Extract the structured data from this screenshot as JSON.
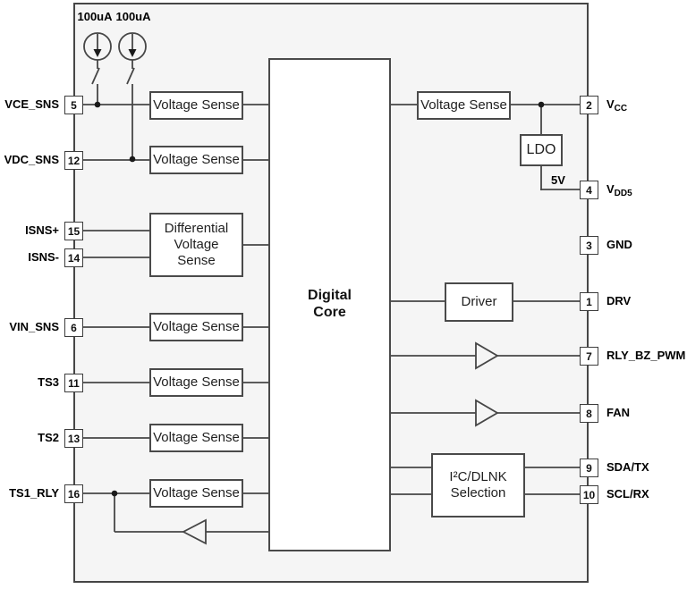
{
  "diagram": {
    "current_sources": [
      {
        "label": "100uA"
      },
      {
        "label": "100uA"
      }
    ],
    "left_pins": [
      {
        "number": "5",
        "label": "VCE_SNS"
      },
      {
        "number": "12",
        "label": "VDC_SNS"
      },
      {
        "number": "15",
        "label": "ISNS+"
      },
      {
        "number": "14",
        "label": "ISNS-"
      },
      {
        "number": "6",
        "label": "VIN_SNS"
      },
      {
        "number": "11",
        "label": "TS3"
      },
      {
        "number": "13",
        "label": "TS2"
      },
      {
        "number": "16",
        "label": "TS1_RLY"
      }
    ],
    "right_pins": [
      {
        "number": "2",
        "label": "V",
        "subscript": "CC"
      },
      {
        "number": "4",
        "label": "V",
        "subscript": "DD5"
      },
      {
        "number": "3",
        "label": "GND",
        "subscript": ""
      },
      {
        "number": "1",
        "label": "DRV",
        "subscript": ""
      },
      {
        "number": "7",
        "label": "RLY_BZ_PWM",
        "subscript": ""
      },
      {
        "number": "8",
        "label": "FAN",
        "subscript": ""
      },
      {
        "number": "9",
        "label": "SDA/TX",
        "subscript": ""
      },
      {
        "number": "10",
        "label": "SCL/RX",
        "subscript": ""
      }
    ],
    "blocks": {
      "voltage_sense_vce": "Voltage Sense",
      "voltage_sense_vdc": "Voltage Sense",
      "differential_voltage_sense": "Differential\nVoltage\nSense",
      "voltage_sense_vin": "Voltage Sense",
      "voltage_sense_ts3": "Voltage Sense",
      "voltage_sense_ts2": "Voltage Sense",
      "voltage_sense_ts1": "Voltage Sense",
      "digital_core": "Digital\nCore",
      "voltage_sense_vcc": "Voltage Sense",
      "ldo": "LDO",
      "ldo_output_label": "5V",
      "driver": "Driver",
      "i2c_dlnk_selection": "I²C/DLNK\nSelection"
    },
    "colors": {
      "wire": "#464646",
      "text": "#111111",
      "block_fill": "#ffffff",
      "ic_fill": "#f5f5f5"
    }
  }
}
